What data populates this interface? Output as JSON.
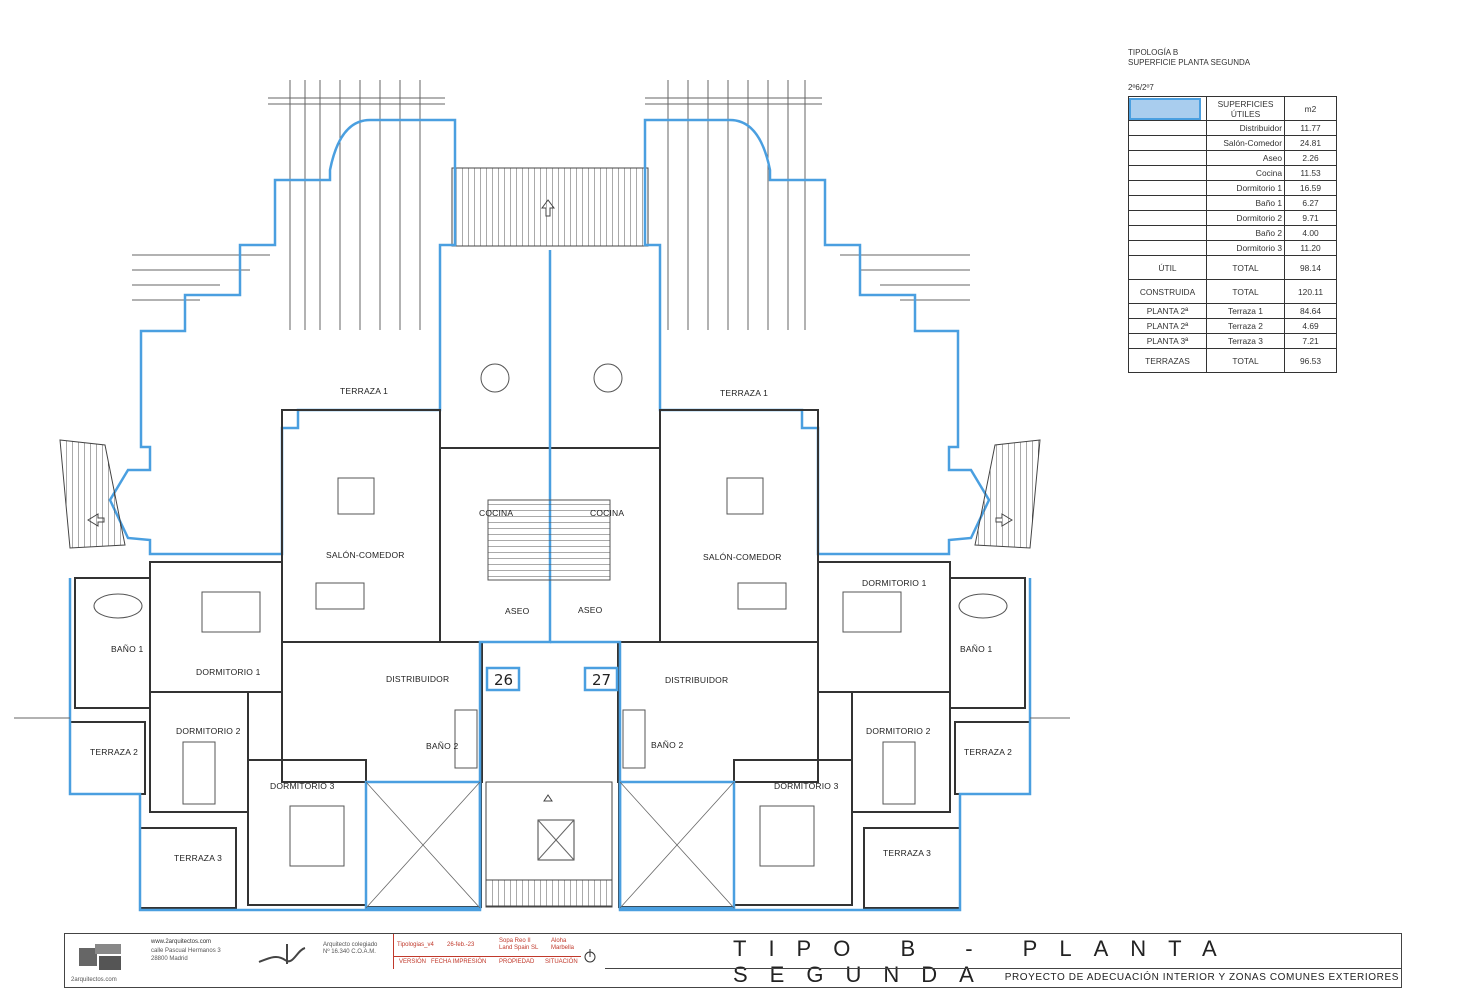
{
  "schedule": {
    "heading_1": "TIPOLOGÍA B",
    "heading_2": "SUPERFICIE PLANTA SEGUNDA",
    "code": "2º6/2º7",
    "col_surfaces": "SUPERFICIES ÚTILES",
    "col_unit": "m2",
    "rows": [
      {
        "a": "",
        "b": "Distribuidor",
        "c": "11.77"
      },
      {
        "a": "",
        "b": "Salón-Comedor",
        "c": "24.81"
      },
      {
        "a": "",
        "b": "Aseo",
        "c": "2.26"
      },
      {
        "a": "",
        "b": "Cocina",
        "c": "11.53"
      },
      {
        "a": "",
        "b": "Dormitorio 1",
        "c": "16.59"
      },
      {
        "a": "",
        "b": "Baño 1",
        "c": "6.27"
      },
      {
        "a": "",
        "b": "Dormitorio 2",
        "c": "9.71"
      },
      {
        "a": "",
        "b": "Baño 2",
        "c": "4.00"
      },
      {
        "a": "",
        "b": "Dormitorio 3",
        "c": "11.20"
      }
    ],
    "util": {
      "a": "ÚTIL",
      "b": "TOTAL",
      "c": "98.14"
    },
    "construida": {
      "a": "CONSTRUIDA",
      "b": "TOTAL",
      "c": "120.11"
    },
    "terraces": [
      {
        "a": "PLANTA 2ª",
        "b": "Terraza 1",
        "c": "84.64"
      },
      {
        "a": "PLANTA 2ª",
        "b": "Terraza 2",
        "c": "4.69"
      },
      {
        "a": "PLANTA 3ª",
        "b": "Terraza 3",
        "c": "7.21"
      }
    ],
    "terrazas_total": {
      "a": "TERRAZAS",
      "b": "TOTAL",
      "c": "96.53"
    }
  },
  "rooms": {
    "terraza1": "TERRAZA 1",
    "cocina": "COCINA",
    "salon": "SALÓN-COMEDOR",
    "aseo": "ASEO",
    "dormitorio1": "DORMITORIO 1",
    "bano1": "BAÑO 1",
    "distribuidor": "DISTRIBUIDOR",
    "dormitorio2": "DORMITORIO 2",
    "terraza2": "TERRAZA 2",
    "dormitorio3": "DORMITORIO 3",
    "bano2": "BAÑO 2",
    "terraza3": "TERRAZA 3"
  },
  "units": {
    "left": "26",
    "right": "27"
  },
  "title_block": {
    "web": "www.2arquitectos.com",
    "address_1": "calle Pascual Hermanos 3",
    "address_2": "28800 Madrid",
    "logo_sub": "2arquitectos.com",
    "architect_1": "Arquitecto colegiado",
    "architect_2": "Nº 16.340 C.O.A.M.",
    "version_val": "Tipologias_v4",
    "date_val": "26-feb.-23",
    "owner_val_1": "Sopa Reo II",
    "owner_val_2": "Land Spain SL",
    "location_val_1": "Aloha",
    "location_val_2": "Marbella",
    "version_lbl": "VERSIÓN",
    "date_lbl": "FECHA IMPRESIÓN",
    "owner_lbl": "PROPIEDAD",
    "location_lbl": "SITUACIÓN",
    "title": "TIPO B - PLANTA SEGUNDA",
    "subtitle": "PROYECTO DE ADECUACIÓN INTERIOR Y ZONAS COMUNES EXTERIORES"
  },
  "colors": {
    "unit_outline": "#4a9fe0",
    "swatch": "#a9cdee",
    "title_red": "#c0392b"
  }
}
